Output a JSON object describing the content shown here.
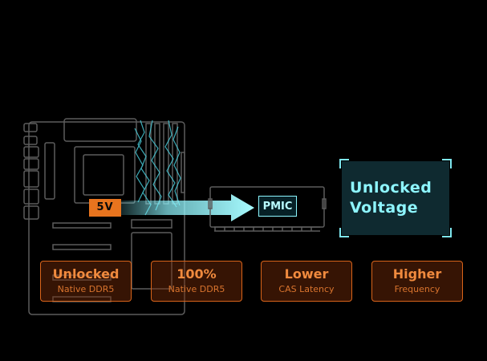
{
  "labels": {
    "source_voltage": "5V",
    "pmic": "PMIC"
  },
  "voltage_box": {
    "line1": "Unlocked",
    "line2": "Voltage"
  },
  "features": [
    {
      "title": "Unlocked",
      "subtitle": "Native DDR5"
    },
    {
      "title": "100%",
      "subtitle": "Native DDR5"
    },
    {
      "title": "Lower",
      "subtitle": "CAS Latency"
    },
    {
      "title": "Higher",
      "subtitle": "Frequency"
    }
  ],
  "colors": {
    "background": "#000000",
    "accent_orange": "#e8741e",
    "accent_cyan": "#8df6ff",
    "board_outline": "#5a5a5a"
  }
}
